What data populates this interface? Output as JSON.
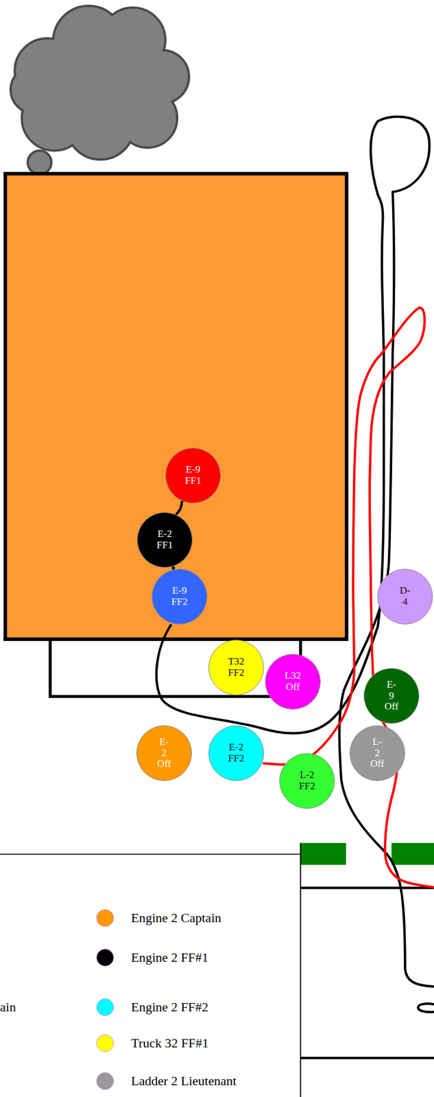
{
  "diagram": {
    "nodes": [
      {
        "text": [
          "E-9 FF1"
        ]
      },
      {
        "text": [
          "E-2 FF1"
        ]
      },
      {
        "text": [
          "E-9 FF2"
        ]
      },
      {
        "text": [
          "D-4"
        ]
      },
      {
        "text": [
          "T32 FF2"
        ]
      },
      {
        "text": [
          "L32 Off"
        ]
      },
      {
        "text": [
          "E-9 Off"
        ]
      },
      {
        "text": [
          "E-2 Off"
        ]
      },
      {
        "text": [
          "E-2 FF2"
        ]
      },
      {
        "text": [
          "L-2 Off"
        ]
      },
      {
        "text": [
          "L-2 FF2"
        ]
      }
    ],
    "edges": [
      {
        "from": 0,
        "to": 1,
        "arrow": "none"
      },
      {
        "from": 1,
        "to": 2,
        "arrow": "none"
      }
    ],
    "labels": [
      "ain"
    ],
    "legend": [
      {
        "text": "Engine 2 Captain",
        "color": "#ff9900"
      },
      {
        "text": "Engine 2 FF#1",
        "color": "#000000"
      },
      {
        "text": "Engine 2 FF#2",
        "color": "#00ffff"
      },
      {
        "text": "Truck 32 FF#1",
        "color": "#ffff00"
      },
      {
        "text": "Ladder 2 Lieutenant",
        "color": "#999999"
      }
    ]
  }
}
